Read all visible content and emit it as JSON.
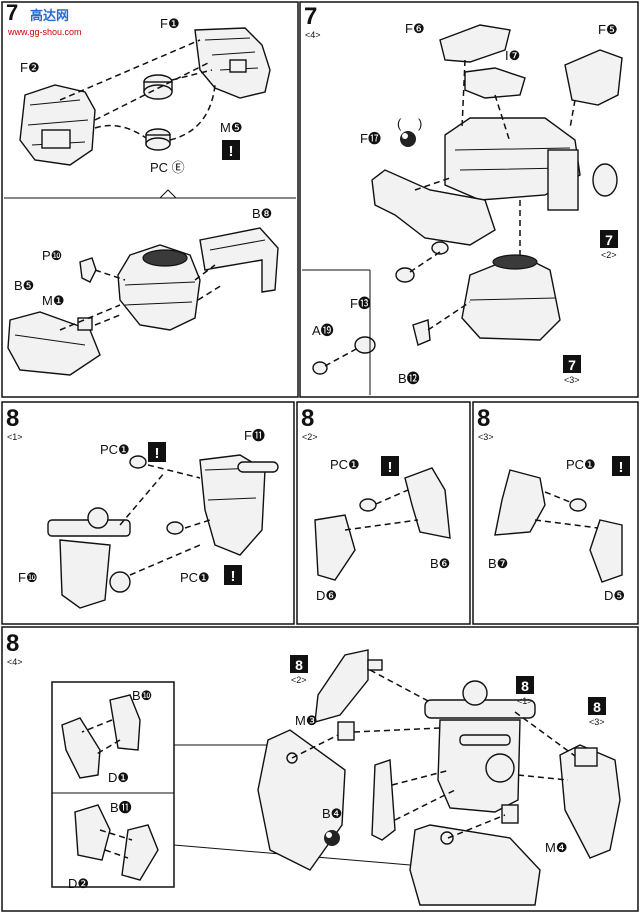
{
  "watermark": {
    "brand": "高达网",
    "url": "www.gg-shou.com"
  },
  "steps": {
    "s7_2": {
      "num": "7",
      "sub": "<2>"
    },
    "s7_4": {
      "num": "7",
      "sub": "<4>"
    },
    "s8_1": {
      "num": "8",
      "sub": "<1>"
    },
    "s8_2": {
      "num": "8",
      "sub": "<2>"
    },
    "s8_3": {
      "num": "8",
      "sub": "<3>"
    },
    "s8_4": {
      "num": "8",
      "sub": "<4>"
    },
    "ref7_2": {
      "num": "7",
      "sub": "<2>"
    },
    "ref7_3": {
      "num": "7",
      "sub": "<3>"
    },
    "ref8_1": {
      "num": "8",
      "sub": "<1>"
    },
    "ref8_2": {
      "num": "8",
      "sub": "<2>"
    },
    "ref8_3": {
      "num": "8",
      "sub": "<3>"
    }
  },
  "labels": {
    "a_F1": "F❶",
    "a_F2": "F❷",
    "a_M5": "M❺",
    "a_PCE": "PC Ⓔ",
    "b_B8": "B❽",
    "b_P10": "P❿",
    "b_B5": "B❺",
    "b_M1": "M❶",
    "c_F6": "F❻",
    "c_I7": "I❼",
    "c_F5": "F❺",
    "c_F17": "F⓱",
    "c_F13": "F⓭",
    "c_A19": "A⓳",
    "c_B12": "B⓬",
    "d_F11": "F⓫",
    "d_PC1a": "PC❶",
    "d_PC1b": "PC❶",
    "d_F10": "F❿",
    "e_PC1": "PC❶",
    "e_D6": "D❻",
    "e_B6": "B❻",
    "f_PC1": "PC❶",
    "f_B7": "B❼",
    "f_D5": "D❺",
    "g_B10": "B❿",
    "g_D1": "D❶",
    "g_B11": "B⓫",
    "g_D2": "D❷",
    "g_M3": "M❸",
    "g_B4": "B❹",
    "g_M4": "M❹"
  },
  "icons": {
    "caution": "!",
    "gunmetal": "gunmetal-color-icon"
  }
}
